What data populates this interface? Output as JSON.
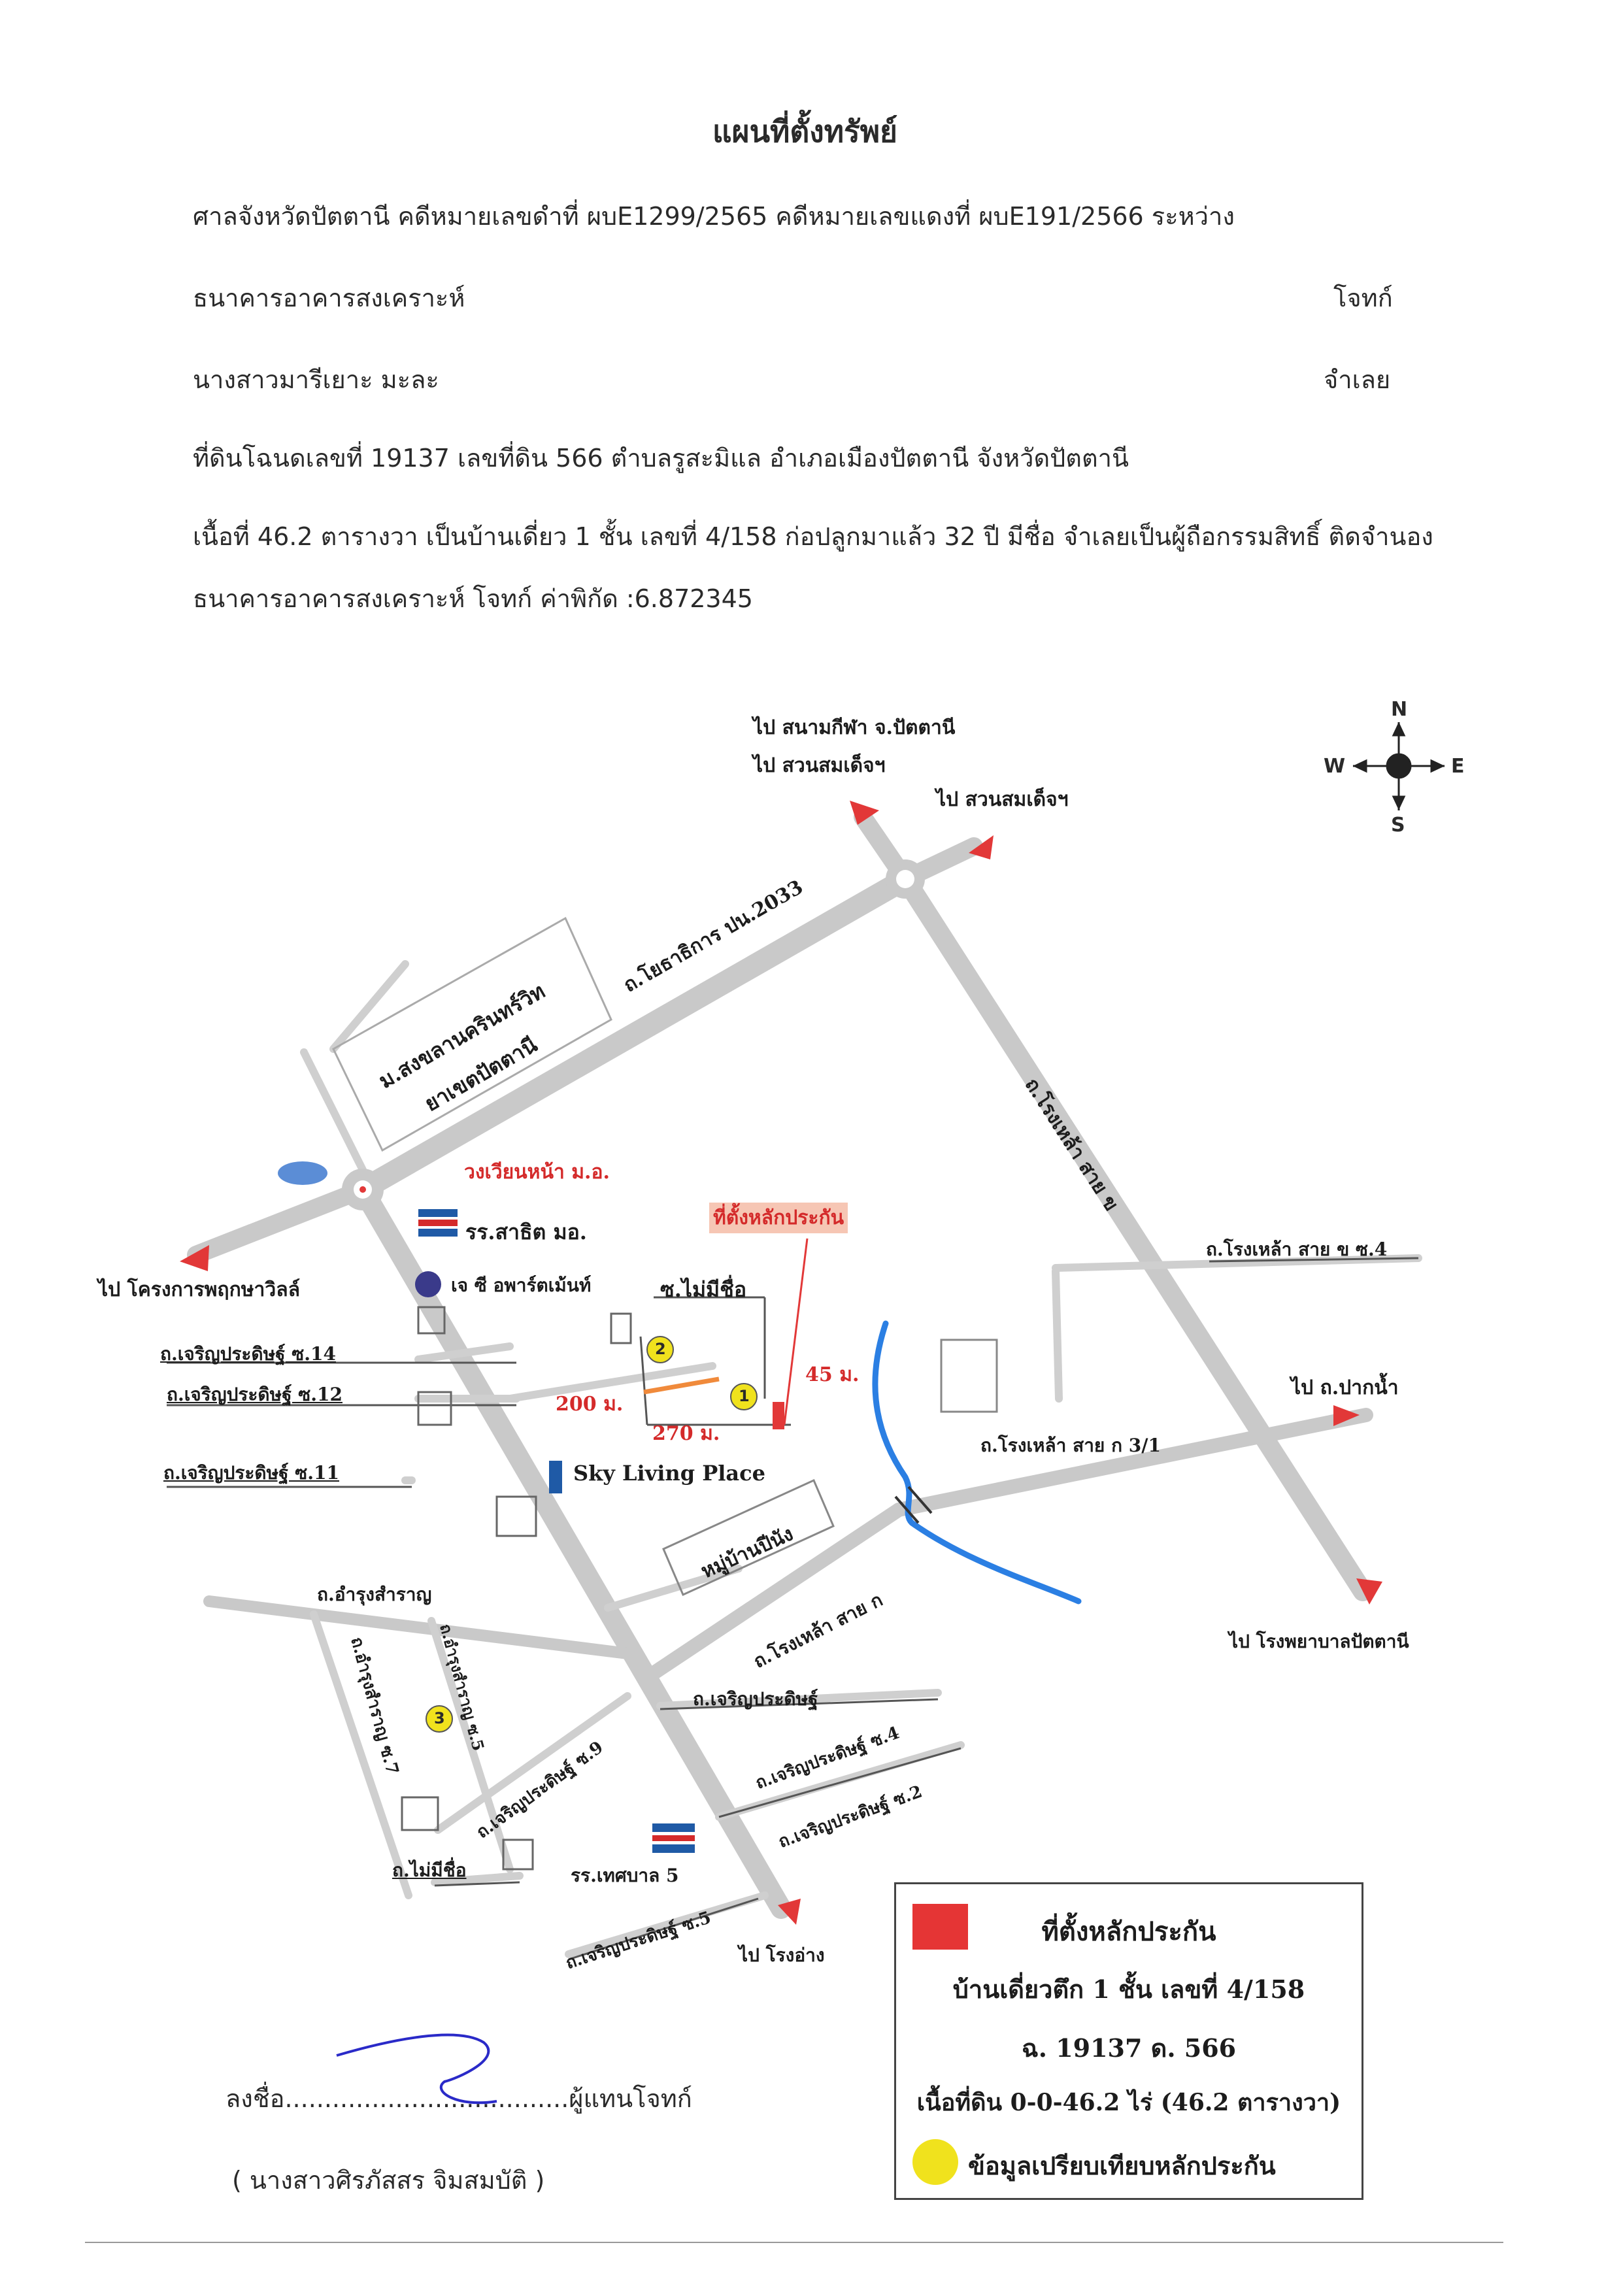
{
  "header": {
    "title": "แผนที่ตั้งทรัพย์",
    "court_line": "ศาลจังหวัดปัตตานี คดีหมายเลขดำที่ ผบE1299/2565  คดีหมายเลขแดงที่ ผบE191/2566 ระหว่าง",
    "plaintiff_name": "ธนาคารอาคารสงเคราะห์",
    "plaintiff_role": "โจทก์",
    "defendant_name": "นางสาวมารีเยาะ  มะละ",
    "defendant_role": "จำเลย",
    "land_line": "ที่ดินโฉนดเลขที่ 19137 เลขที่ดิน 566 ตำบลรูสะมิแล อำเภอเมืองปัตตานี จังหวัดปัตตานี",
    "desc_line1": "เนื้อที่ 46.2 ตารางวา เป็นบ้านเดี่ยว 1 ชั้น เลขที่ 4/158 ก่อปลูกมาแล้ว 32 ปี มีชื่อ จำเลยเป็นผู้ถือกรรมสิทธิ์ ติดจำนอง",
    "desc_line2": "ธนาคารอาคารสงเคราะห์ โจทก์ ค่าพิกัด :6.872345"
  },
  "compass": {
    "n": "N",
    "s": "S",
    "e": "E",
    "w": "W"
  },
  "map": {
    "to_stadium": "ไป สนามกีฬา จ.ปัตตานี",
    "to_park_a": "ไป สวนสมเด็จฯ",
    "to_park_b": "ไป สวนสมเด็จฯ",
    "road_yotha": "ถ.โยธาธิการ ปน.2033",
    "road_rongla_kho": "ถ.โรงเหล้า สาย ข",
    "university_line1": "ม.สงขลานครินทร์วิท",
    "university_line2": "ยาเขตปัตตานี",
    "roundabout": "วงเวียนหน้า ม.อ.",
    "to_agri": "ไป โครงการพฤกษาวิลล์",
    "school_satit": "รร.สาธิต มอ.",
    "apartment": "เจ ซี อพาร์ตเม้นท์",
    "collateral_tag": "ที่ตั้งหลักประกัน",
    "soi_noname": "ซ.ไม่มีชื่อ",
    "rongla_kho_4": "ถ.โรงเหล้า สาย ข ซ.4",
    "charoen_14": "ถ.เจริญประดิษฐ์ ซ.14",
    "charoen_12": "ถ.เจริญประดิษฐ์ ซ.12",
    "charoen_11": "ถ.เจริญประดิษฐ์ ซ.11",
    "dist_200": "200 ม.",
    "dist_270": "270 ม.",
    "dist_45": "45 ม.",
    "to_paknam": "ไป ถ.ปากน้ำ",
    "rongla_ko_3_1": "ถ.โรงเหล้า สาย ก 3/1",
    "sky_living": "Sky Living Place",
    "village": "หมู่บ้านปีนัง",
    "rongla_ko": "ถ.โรงเหล้า สาย ก",
    "to_hospital": "ไป โรงพยาบาลปัตตานี",
    "amnuay": "ถ.อำรุงสำราญ",
    "amnuay_7": "ถ.อำรุงสำราญ ซ.7",
    "amnuay_5": "ถ.อำรุงสำราญ ซ.5",
    "charoen_main": "ถ.เจริญประดิษฐ์",
    "charoen_4": "ถ.เจริญประดิษฐ์ ซ.4",
    "charoen_9": "ถ.เจริญประดิษฐ์ ซ.9",
    "charoen_2": "ถ.เจริญประดิษฐ์ ซ.2",
    "noname_road": "ถ.ไม่มีชื่อ",
    "school_tessaban": "รร.เทศบาล 5",
    "charoen_5": "ถ.เจริญประดิษฐ์ ซ.5",
    "to_rongang": "ไป โรงอ่าง",
    "marker_1": "1",
    "marker_2": "2",
    "marker_3": "3"
  },
  "legend": {
    "title": "ที่ตั้งหลักประกัน",
    "line1": "บ้านเดี่ยวตึก 1 ชั้น เลขที่ 4/158",
    "line2": "ฉ. 19137   ด. 566",
    "line3": "เนื้อที่ดิน 0-0-46.2 ไร่ (46.2 ตารางวา)",
    "line4": "ข้อมูลเปรียบเทียบหลักประกัน"
  },
  "signature": {
    "sign_line": "ลงชื่อ....................................ผู้แทนโจทก์",
    "name": "( นางสาวศิรภัสสร  จิมสมบัติ )"
  },
  "colors": {
    "road": "#c9c9c9",
    "arrow": "#e23838",
    "river": "#2b7fe3",
    "marker": "#f0e21d",
    "legend_square": "#e53535"
  }
}
